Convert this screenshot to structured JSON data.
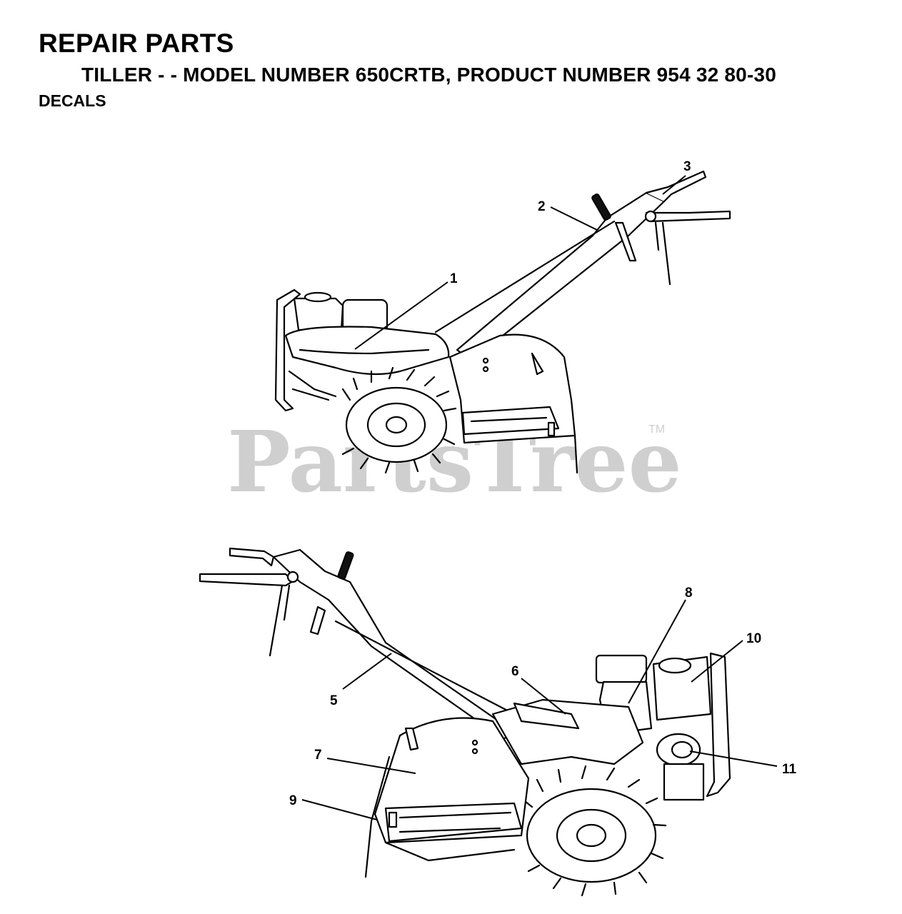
{
  "header": {
    "title": "REPAIR PARTS",
    "subtitle": "TILLER - - MODEL NUMBER 650CRTB, PRODUCT NUMBER 954 32 80-30",
    "section": "DECALS"
  },
  "watermark": {
    "text": "PartsTree",
    "trademark": "TM"
  },
  "callouts": [
    "1",
    "2",
    "3",
    "5",
    "6",
    "7",
    "8",
    "9",
    "10",
    "11"
  ]
}
